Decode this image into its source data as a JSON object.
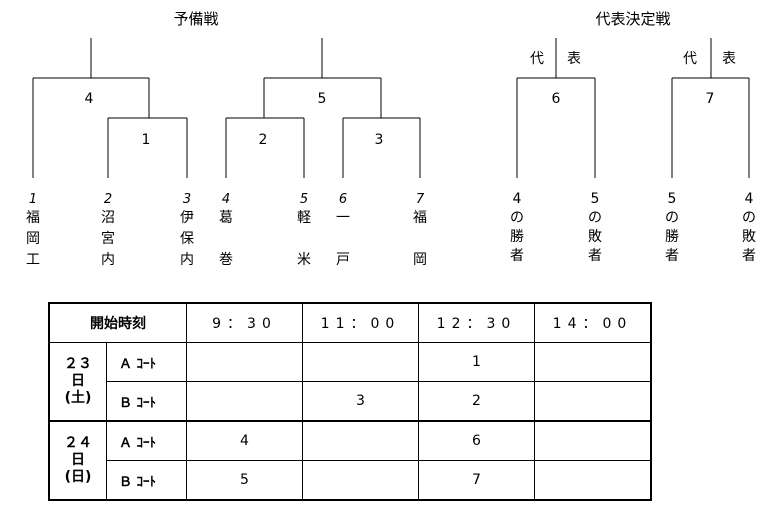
{
  "titles": {
    "preliminary": "予備戦",
    "representative": "代表決定戦"
  },
  "headers": {
    "rep_left": "代",
    "rep_right": "表"
  },
  "matches": {
    "m1": "1",
    "m2": "2",
    "m3": "3",
    "m4": "4",
    "m5": "5",
    "m6": "6",
    "m7": "7"
  },
  "teams": [
    {
      "seed": "1",
      "lines": [
        "福",
        "岡",
        "工"
      ]
    },
    {
      "seed": "2",
      "lines": [
        "沼",
        "宮",
        "内"
      ]
    },
    {
      "seed": "3",
      "lines": [
        "伊",
        "保",
        "内"
      ]
    },
    {
      "seed": "4",
      "lines": [
        "葛",
        "",
        "巻"
      ]
    },
    {
      "seed": "5",
      "lines": [
        "軽",
        "",
        "米"
      ]
    },
    {
      "seed": "6",
      "lines": [
        "一",
        "",
        "戸"
      ]
    },
    {
      "seed": "7",
      "lines": [
        "福",
        "",
        "岡"
      ]
    }
  ],
  "rep_slots": [
    {
      "lines": [
        "4",
        "の",
        "勝",
        "者"
      ]
    },
    {
      "lines": [
        "5",
        "の",
        "敗",
        "者"
      ]
    },
    {
      "lines": [
        "5",
        "の",
        "勝",
        "者"
      ]
    },
    {
      "lines": [
        "4",
        "の",
        "敗",
        "者"
      ]
    }
  ],
  "schedule": {
    "header_label": "開始時刻",
    "times": [
      "9：30",
      "11：00",
      "12：30",
      "14：00"
    ],
    "days": [
      {
        "day": [
          "２３",
          "日",
          "(土)"
        ],
        "courts": [
          {
            "label": "Ａ ｺｰﾄ",
            "cells": [
              "",
              "",
              "1",
              ""
            ]
          },
          {
            "label": "Ｂ ｺｰﾄ",
            "cells": [
              "",
              "3",
              "2",
              ""
            ]
          }
        ]
      },
      {
        "day": [
          "２４",
          "日",
          "(日)"
        ],
        "courts": [
          {
            "label": "Ａ ｺｰﾄ",
            "cells": [
              "4",
              "",
              "6",
              ""
            ]
          },
          {
            "label": "Ｂ ｺｰﾄ",
            "cells": [
              "5",
              "",
              "7",
              ""
            ]
          }
        ]
      }
    ]
  }
}
